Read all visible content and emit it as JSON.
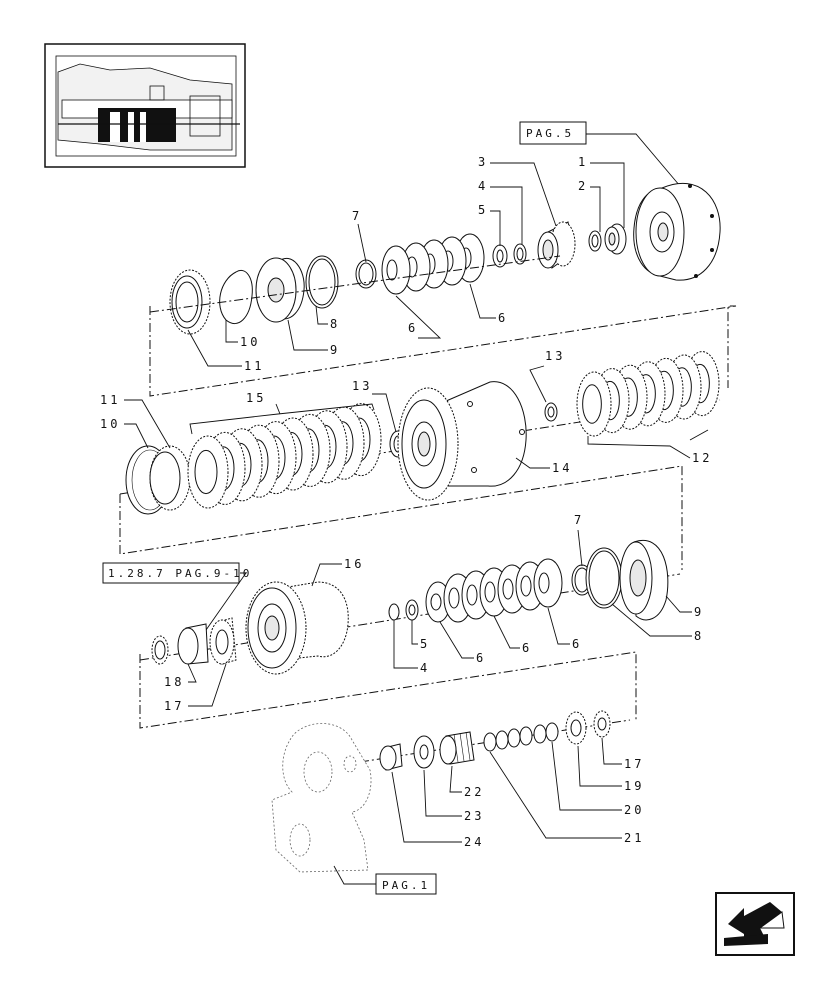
{
  "refs": {
    "pag5": "PAG.5",
    "pag1": "PAG.1",
    "pag_ref": "1.28.7 PAG.9-10"
  },
  "callouts": {
    "c1": "1",
    "c2": "2",
    "c3": "3",
    "c4a": "4",
    "c5a": "5",
    "c7a": "7",
    "c6a": "6",
    "c6b": "6",
    "c8a": "8",
    "c9a": "9",
    "c10a": "10",
    "c11a": "11",
    "c11b": "11",
    "c10b": "10",
    "c15": "15",
    "c13a": "13",
    "c14": "14",
    "c13b": "13",
    "c12": "12",
    "c16": "16",
    "c7b": "7",
    "c9b": "9",
    "c8b": "8",
    "c5b": "5",
    "c4b": "4",
    "c6c": "6",
    "c6d": "6",
    "c6e": "6",
    "c18": "18",
    "c17a": "17",
    "c17b": "17",
    "c19": "19",
    "c20": "20",
    "c21": "21",
    "c22": "22",
    "c23": "23",
    "c24": "24"
  },
  "icons": {
    "inset": "transmission-cross-section-thumbnail",
    "nav": "previous-page-arrow-icon"
  }
}
